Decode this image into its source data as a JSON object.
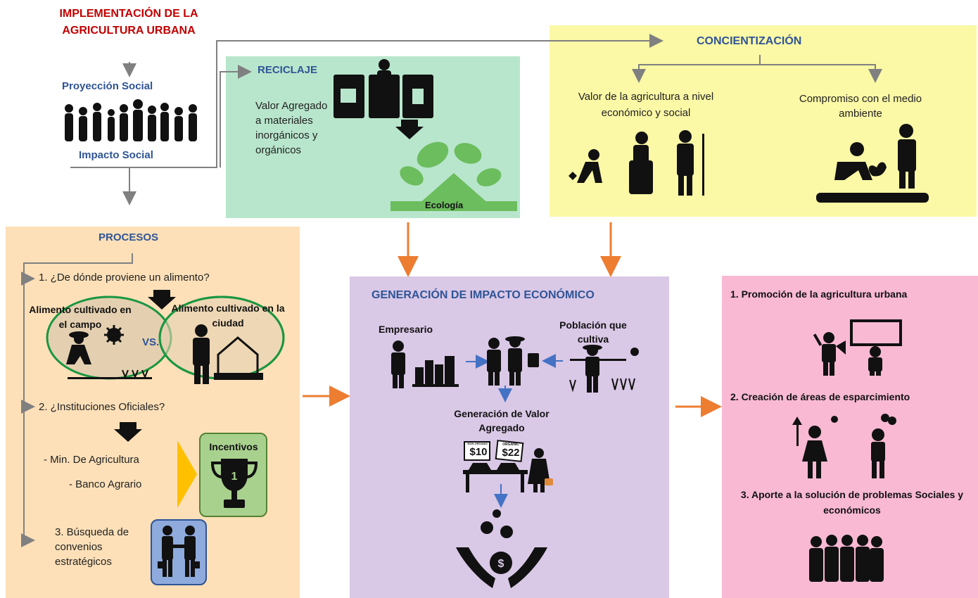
{
  "title": "IMPLEMENTACIÓN DE LA AGRICULTURA URBANA",
  "social": {
    "projection": "Proyección Social",
    "impact": "Impacto Social"
  },
  "recycling": {
    "title": "RECICLAJE",
    "text": "Valor Agregado a materiales inorgánicos y orgánicos",
    "ecology": "Ecología"
  },
  "awareness": {
    "title": "CONCIENTIZACIÓN",
    "value": "Valor  de la agricultura a nivel económico y social",
    "commitment": "Compromiso con el medio ambiente"
  },
  "processes": {
    "title": "PROCESOS",
    "q1": "1. ¿De dónde proviene un alimento?",
    "field": "Alimento cultivado en el campo",
    "city": "Alimento cultivado en la ciudad",
    "vs": "VS.",
    "q2": "2. ¿Instituciones Oficiales?",
    "inst1": "- Min. De Agricultura",
    "inst2": "- Banco Agrario",
    "incentives": "Incentivos",
    "q3": "3. Búsqueda de convenios estratégicos"
  },
  "economic": {
    "title": "GENERACIÓN DE IMPACTO ECONÓMICO",
    "entrepreneur": "Empresario",
    "population": "Población que cultiva",
    "value_gen": "Generación de Valor Agregado",
    "price1_tag": "NON ORGANIC",
    "price1": "$10",
    "price2_tag": "ORGANIC",
    "price2": "$22"
  },
  "results": {
    "r1": "1. Promoción de la agricultura urbana",
    "r2": "2. Creación de áreas de esparcimiento",
    "r3": "3. Aporte a la solución de problemas Sociales y económicos"
  },
  "colors": {
    "title_red": "#c00000",
    "heading_blue": "#2f5496",
    "recycling_bg": "#b7e4c7",
    "awareness_bg": "#fbf8a6",
    "processes_bg": "#fde0b8",
    "economic_bg": "#d9c8e6",
    "results_bg": "#f9b9d3",
    "orange_arrow": "#ed7d31",
    "gray_line": "#808080"
  }
}
